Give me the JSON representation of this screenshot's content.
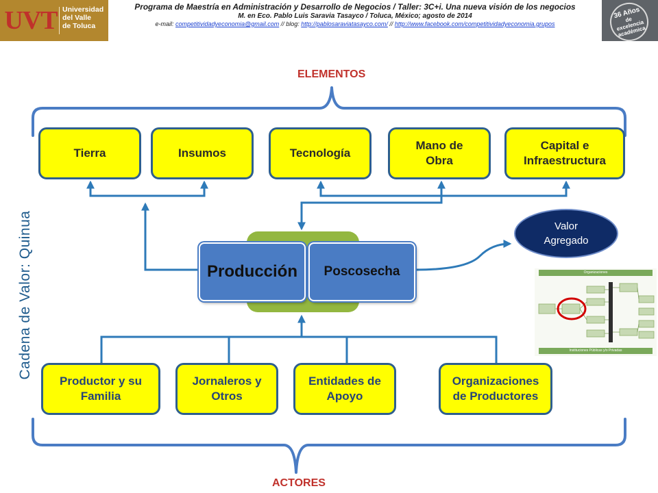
{
  "header": {
    "logo": {
      "mark": "UVT",
      "lines": [
        "Universidad",
        "del Valle",
        "de Toluca"
      ]
    },
    "line1": "Programa de Maestría en Administración y Desarrollo de Negocios / Taller: 3C+i. Una nueva visión de los negocios",
    "line2": "M. en Eco. Pablo Luis Saravia Tasayco / Toluca, México; agosto de 2014",
    "line3_prefix": "e-mail: ",
    "email": "competitividadyeconomia@gmail.com",
    "blog_prefix": " // blog: ",
    "blog": "http://pablosaraviatasayco.com/",
    "fb_prefix": " // ",
    "facebook": "http://www.facebook.com/competitividadyeconomia.grupos",
    "badge": {
      "line1": "36 Años",
      "line2": "de excelencia",
      "line3": "académica"
    }
  },
  "diagram": {
    "side_title": "Cadena de Valor: Quinua",
    "elementos_label": "ELEMENTOS",
    "actores_label": "ACTORES",
    "elementos": [
      {
        "label": "Tierra"
      },
      {
        "label": "Insumos"
      },
      {
        "label": "Tecnología"
      },
      {
        "label": "Mano de Obra"
      },
      {
        "label": "Capital e Infraestructura"
      }
    ],
    "actores": [
      {
        "label": "Productor y su Familia"
      },
      {
        "label": "Jornaleros y Otros"
      },
      {
        "label": "Entidades de Apoyo"
      },
      {
        "label": "Organizaciones de Productores"
      }
    ],
    "produccion": "Producción",
    "poscosecha": "Poscosecha",
    "valor_agregado": "Valor Agregado",
    "thumbnail": {
      "top_band": "Organizaciones",
      "bottom_band": "Instituciones Públicas y/o Privadas"
    }
  },
  "colors": {
    "box_fill": "#ffff00",
    "box_border": "#2e5f8e",
    "connector": "#2e7ab8",
    "bracket": "#4a7cc4",
    "label_red": "#c0312b",
    "card_blue": "#4a7cc4",
    "green_block": "#93b740",
    "valor_fill": "#0f2b66"
  }
}
